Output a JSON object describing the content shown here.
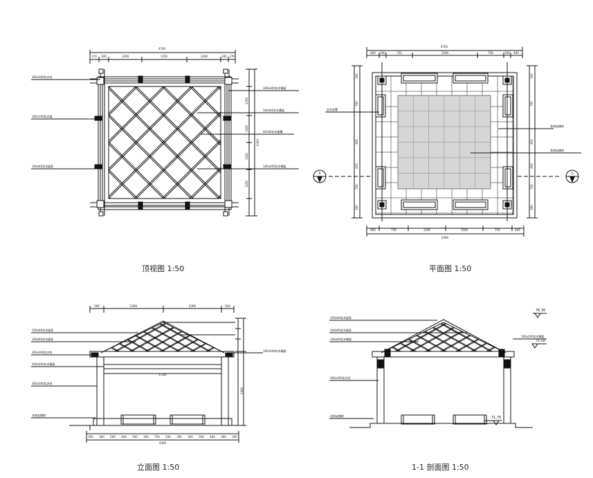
{
  "drawings": {
    "top_view": {
      "caption": "顶视图 1:50",
      "total_dim": "4700",
      "dims_top": [
        "170",
        "100",
        "1200",
        "1250",
        "1200",
        "100",
        "170"
      ],
      "dims_right": [
        "1250",
        "1200",
        "1200",
        "1250"
      ],
      "overall_right": "5300",
      "leaders_left": [
        "300x300实木柱",
        "100x100实木梁",
        "100x60实木檩条"
      ],
      "leaders_right": [
        "100x200实木横梁",
        "100x60实木横梁",
        "40x60实木格栅",
        "100x200实木横梁"
      ]
    },
    "plan_view": {
      "caption": "平面图 1:50",
      "total_top": "4700",
      "total_bottom": "4300",
      "dims_top": [
        "400",
        "200",
        "750",
        "1200",
        "750",
        "200",
        "400"
      ],
      "dims_bottom": [
        "400",
        "750",
        "1200",
        "1200",
        "750",
        "400"
      ],
      "dims_left": [
        "300",
        "700",
        "400",
        "400",
        "700",
        "300"
      ],
      "dims_right": [
        "300",
        "700",
        "400",
        "400",
        "700",
        "300"
      ],
      "leader_left": "实木坐凳",
      "leaders_right": [
        "花岗岩铺地",
        "花岗岩铺地"
      ],
      "section_mark": "1"
    },
    "front_elevation": {
      "caption": "立面图 1:50",
      "dims_top": [
        "500",
        "2300",
        "2300",
        "500"
      ],
      "dims_bottom": [
        "200",
        "300",
        "500",
        "400",
        "500",
        "300",
        "750",
        "500",
        "300",
        "300",
        "500",
        "400",
        "300",
        "200"
      ],
      "total_bottom": "4300",
      "inner_dim": "4,300",
      "height_dim": "2400",
      "leaders_left": [
        "100x60实木檩条",
        "100x60实木檩条",
        "300x300实木柱",
        "200x200实木横梁",
        "300x300实木柱",
        "花岗岩铺地"
      ],
      "leader_right": "100x200实木横梁"
    },
    "section": {
      "caption": "1-1 剖面图 1:50",
      "leaders_left": [
        "100x60实木檩条",
        "100x60实木檩条",
        "100x60实木横梁",
        "300x300实木柱",
        "花岗岩铺地"
      ],
      "leader_right": "100x200实木横梁",
      "elevation_top": "76.30",
      "elevation_mid": "75.50",
      "elevation_ground": "71.75"
    }
  }
}
